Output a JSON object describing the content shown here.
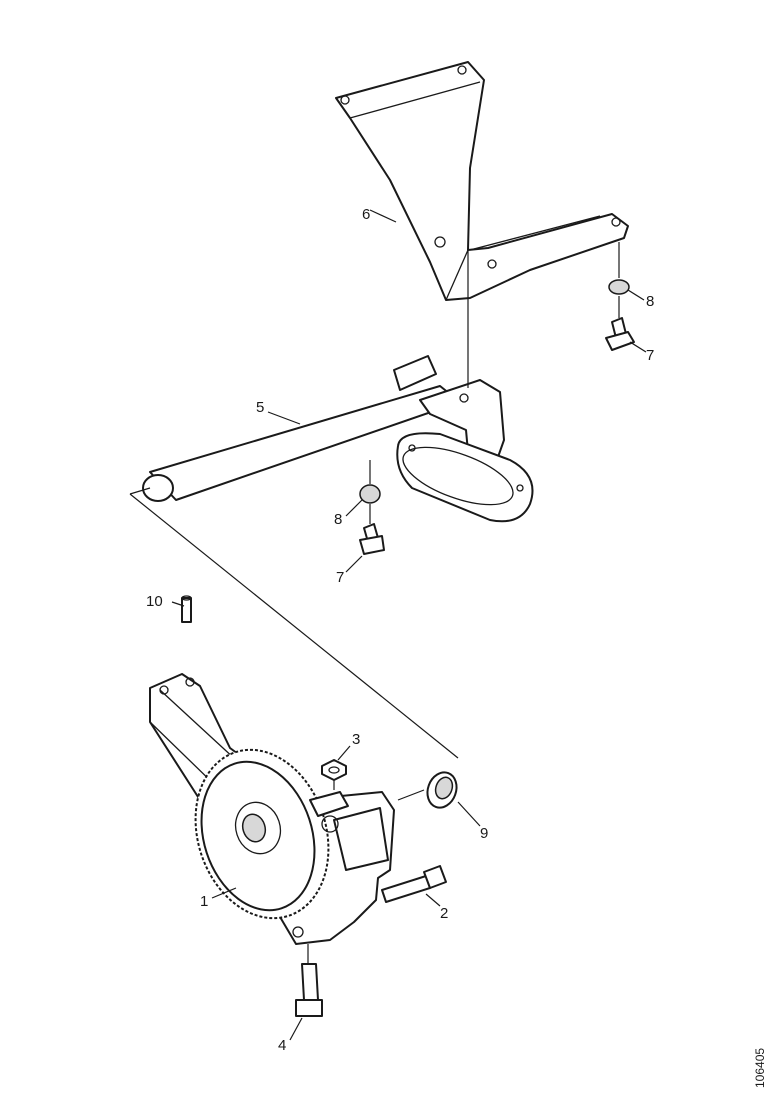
{
  "callouts": {
    "c1": "1",
    "c2": "2",
    "c3": "3",
    "c4": "4",
    "c5": "5",
    "c6": "6",
    "c7a": "7",
    "c7b": "7",
    "c8a": "8",
    "c8b": "8",
    "c9": "9",
    "c10": "10"
  },
  "reference_code": "106405"
}
